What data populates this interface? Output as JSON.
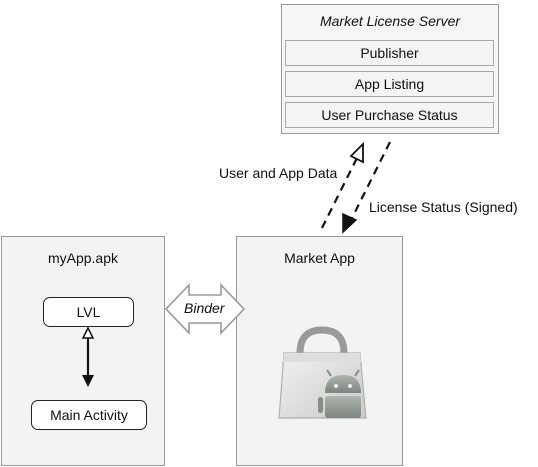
{
  "server": {
    "title": "Market License Server",
    "rows": [
      "Publisher",
      "App Listing",
      "User Purchase Status"
    ]
  },
  "arrows": {
    "up_label": "User and App Data",
    "down_label": "License Status (Signed)",
    "binder_label": "Binder"
  },
  "left_panel": {
    "title": "myApp.apk",
    "lvl": "LVL",
    "main_activity": "Main Activity"
  },
  "right_panel": {
    "title": "Market App",
    "icon": "market-bag-icon"
  }
}
